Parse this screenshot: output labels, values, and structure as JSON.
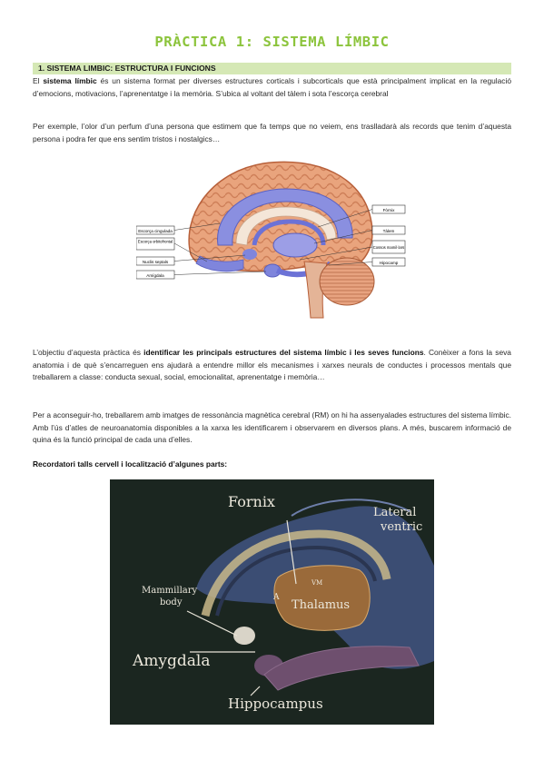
{
  "title": "PRÀCTICA 1: SISTEMA LÍMBIC",
  "section1": {
    "heading": "1. SISTEMA LIMBIC: ESTRUCTURA I FUNCIONS"
  },
  "p1": {
    "t1": "El ",
    "b1": "sistema límbic",
    "t2": " és un sistema format per diverses estructures corticals i subcorticals  que està principalment implicat en la regulació d’emocions, motivacions, l’aprenentatge i la memòria. S’ubica al voltant del tàlem i sota l’escorça cerebral"
  },
  "p2": "Per exemple, l’olor d’un perfum d’una persona que estimem que fa temps que no veiem, ens traslladarà als records que tenim d’aquesta persona i podra fer que ens sentim tristos i nostalgics…",
  "brain_labels": {
    "cingulate": "Escorça cingulada",
    "orbitofrontal": "Escorça orbitofrontal",
    "septal": "Nuclis septals",
    "amygdala": "Amígdala",
    "fornix": "Fòrnix",
    "thalamus": "Tàlem",
    "mammillary": "Cossos mamil·lars",
    "hippocampus": "Hipocamp"
  },
  "p3": {
    "t1": "L’objectiu d’aquesta pràctica és ",
    "b1": "identificar les principals estructures del sistema límbic i les seves funcions",
    "t2": ". Conèixer a fons la seva anatomia i de què s’encarreguen ens ajudarà a entendre millor els mecanismes i xarxes neurals de conductes i processos mentals que treballarem a classe: conducta sexual, social, emocionalitat, aprenentatge i memòria…"
  },
  "p4": "Per a aconseguir-ho, treballarem amb imatges de ressonància magnètica cerebral (RM) on hi ha assenyalades estructures del sistema límbic. Amb l’ús d’atles de neuroanatomia disponibles a la xarxa les identificarem i observarem en diversos plans. A més, buscarem informació de quina és la funció principal de cada una d’elles.",
  "p5": "Recordatori talls cervell i localització d’algunes parts:",
  "chalk_labels": {
    "fornix": "Fornix",
    "lateral": "Lateral",
    "ventric": "ventric",
    "mammillary1": "Mammillary",
    "mammillary2": "body",
    "vm": "VM",
    "a": "A",
    "thalamus": "Thalamus",
    "amygdala": "Amygdala",
    "hippocampus": "Hippocampus"
  }
}
